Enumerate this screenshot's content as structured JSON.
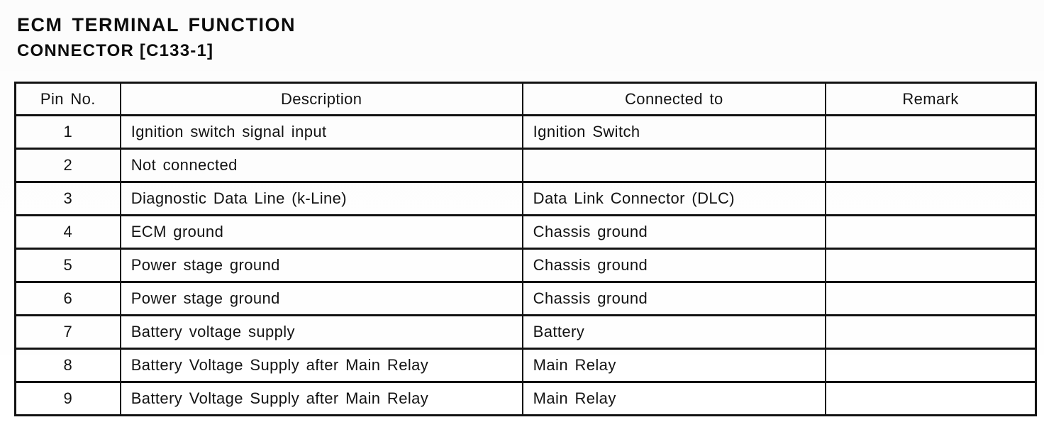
{
  "header": {
    "title": "ECM TERMINAL FUNCTION",
    "subtitle": "CONNECTOR [C133-1]"
  },
  "table": {
    "columns": [
      "Pin No.",
      "Description",
      "Connected to",
      "Remark"
    ],
    "rows": [
      {
        "pin": "1",
        "description": "Ignition switch signal input",
        "connected_to": "Ignition Switch",
        "remark": ""
      },
      {
        "pin": "2",
        "description": "Not connected",
        "connected_to": "",
        "remark": ""
      },
      {
        "pin": "3",
        "description": "Diagnostic Data Line (k-Line)",
        "connected_to": "Data Link Connector (DLC)",
        "remark": ""
      },
      {
        "pin": "4",
        "description": "ECM ground",
        "connected_to": "Chassis ground",
        "remark": ""
      },
      {
        "pin": "5",
        "description": "Power stage ground",
        "connected_to": "Chassis ground",
        "remark": ""
      },
      {
        "pin": "6",
        "description": "Power stage ground",
        "connected_to": "Chassis ground",
        "remark": ""
      },
      {
        "pin": "7",
        "description": "Battery voltage supply",
        "connected_to": "Battery",
        "remark": ""
      },
      {
        "pin": "8",
        "description": "Battery Voltage Supply after Main Relay",
        "connected_to": "Main Relay",
        "remark": ""
      },
      {
        "pin": "9",
        "description": "Battery Voltage Supply after Main Relay",
        "connected_to": "Main Relay",
        "remark": ""
      }
    ]
  },
  "colors": {
    "ink": "#121212",
    "paper": "#ffffff"
  }
}
